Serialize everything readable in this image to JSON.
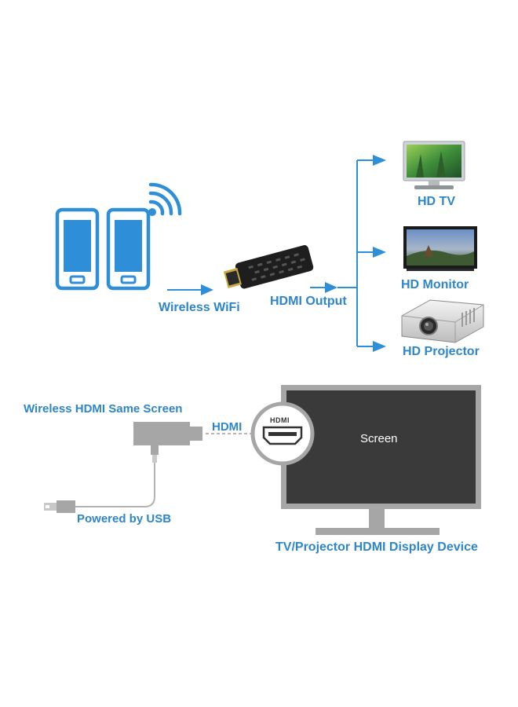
{
  "colors": {
    "accent_blue": "#2f8ed8",
    "label_blue": "#2e86c8",
    "gray": "#a6a6a6",
    "gray_dark": "#7f7f7f",
    "screen": "#3a3a3a",
    "dongle": "#1e1e1e"
  },
  "icons": [
    "smartphone-icon",
    "wifi-signal-icon",
    "hdmi-dongle-icon",
    "hd-tv-icon",
    "hd-monitor-icon",
    "hd-projector-icon",
    "usb-plug-icon",
    "hdmi-port-icon"
  ],
  "top": {
    "wifi_label": "Wireless WiFi",
    "output_label": "HDMI Output",
    "devices": [
      {
        "label": "HD TV"
      },
      {
        "label": "HD Monitor"
      },
      {
        "label": "HD Projector"
      }
    ]
  },
  "bottom": {
    "same_screen_label": "Wireless HDMI Same Screen",
    "hdmi_label": "HDMI",
    "usb_label": "Powered by USB",
    "port_label": "HDMI",
    "screen_label": "Screen",
    "display_label": "TV/Projector HDMI Display Device"
  }
}
